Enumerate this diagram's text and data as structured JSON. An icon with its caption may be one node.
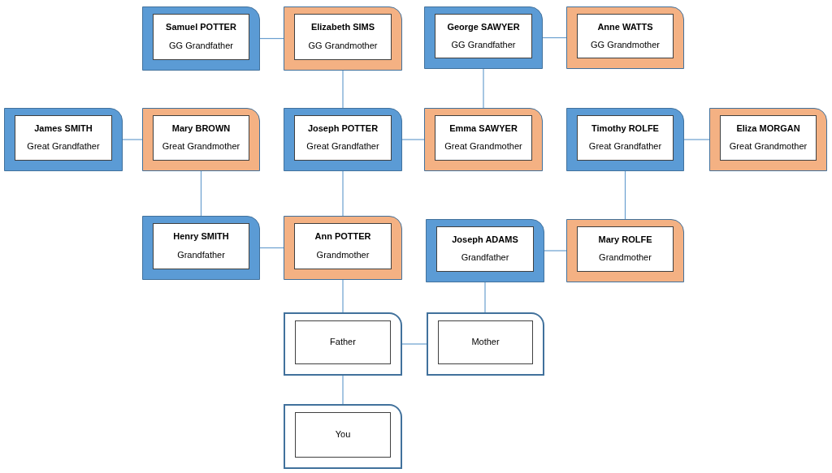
{
  "diagram": {
    "nodes": [
      {
        "text": [
          "Samuel POTTER",
          "GG Grandfather"
        ]
      },
      {
        "text": [
          "Elizabeth SIMS",
          "GG Grandmother"
        ]
      },
      {
        "text": [
          "George SAWYER",
          "GG Grandfather"
        ]
      },
      {
        "text": [
          "Anne WATTS",
          "GG Grandmother"
        ]
      },
      {
        "text": [
          "James SMITH",
          "Great Grandfather"
        ]
      },
      {
        "text": [
          "Mary BROWN",
          "Great Grandmother"
        ]
      },
      {
        "text": [
          "Joseph POTTER",
          "Great Grandfather"
        ]
      },
      {
        "text": [
          "Emma SAWYER",
          "Great Grandmother"
        ]
      },
      {
        "text": [
          "Timothy ROLFE",
          "Great Grandfather"
        ]
      },
      {
        "text": [
          "Eliza MORGAN",
          "Great Grandmother"
        ]
      },
      {
        "text": [
          "Henry SMITH",
          "Grandfather"
        ]
      },
      {
        "text": [
          "Ann POTTER",
          "Grandmother"
        ]
      },
      {
        "text": [
          "Joseph ADAMS",
          "Grandfather"
        ]
      },
      {
        "text": [
          "Mary ROLFE",
          "Grandmother"
        ]
      },
      {
        "text": [
          "Father"
        ]
      },
      {
        "text": [
          "Mother"
        ]
      },
      {
        "text": [
          "You"
        ]
      }
    ],
    "edges": [
      {
        "from": 0,
        "to": 1,
        "arrow": "none"
      },
      {
        "from": 2,
        "to": 3,
        "arrow": "none"
      },
      {
        "from": 1,
        "to": 6,
        "arrow": "none"
      },
      {
        "from": 2,
        "to": 7,
        "arrow": "none"
      },
      {
        "from": 4,
        "to": 5,
        "arrow": "none"
      },
      {
        "from": 6,
        "to": 7,
        "arrow": "none"
      },
      {
        "from": 8,
        "to": 9,
        "arrow": "none"
      },
      {
        "from": 5,
        "to": 10,
        "arrow": "none"
      },
      {
        "from": 6,
        "to": 11,
        "arrow": "none"
      },
      {
        "from": 8,
        "to": 13,
        "arrow": "none"
      },
      {
        "from": 10,
        "to": 11,
        "arrow": "none"
      },
      {
        "from": 12,
        "to": 13,
        "arrow": "none"
      },
      {
        "from": 11,
        "to": 14,
        "arrow": "none"
      },
      {
        "from": 12,
        "to": 15,
        "arrow": "none"
      },
      {
        "from": 14,
        "to": 15,
        "arrow": "none"
      },
      {
        "from": 14,
        "to": 16,
        "arrow": "none"
      }
    ]
  }
}
